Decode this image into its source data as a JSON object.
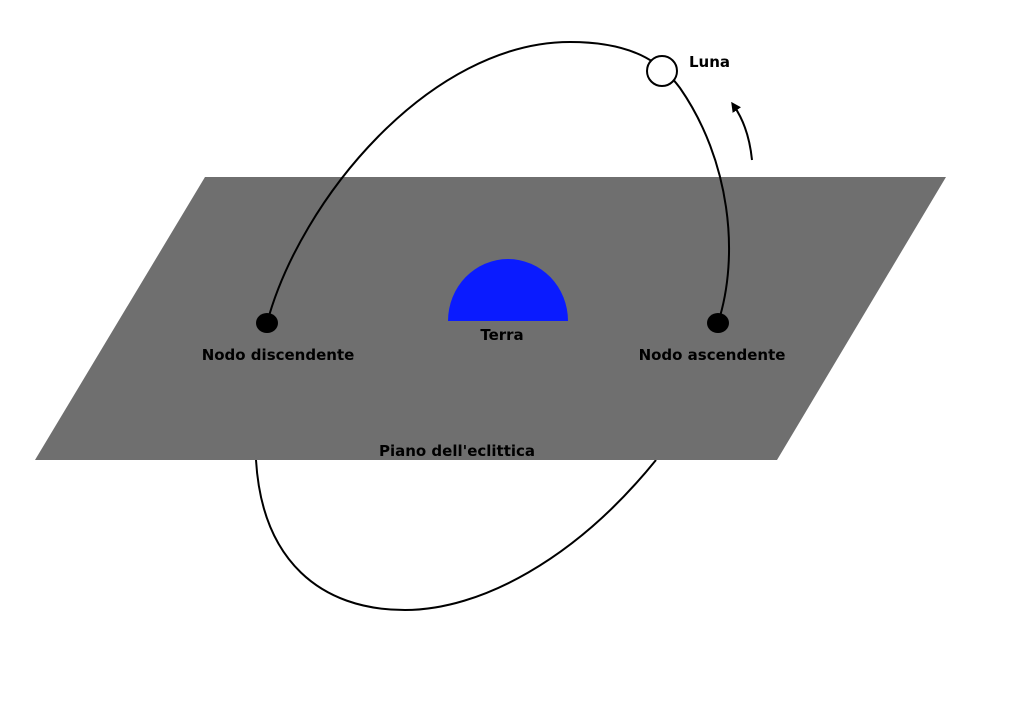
{
  "labels": {
    "moon": "Luna",
    "earth": "Terra",
    "descending_node": "Nodo discendente",
    "ascending_node": "Nodo ascendente",
    "ecliptic_plane": "Piano dell'eclittica"
  },
  "colors": {
    "background": "#ffffff",
    "plane": "#6f6f6f",
    "earth": "#0a1bff",
    "orbit": "#000000",
    "node": "#000000",
    "moon_fill": "#ffffff",
    "moon_stroke": "#000000"
  }
}
